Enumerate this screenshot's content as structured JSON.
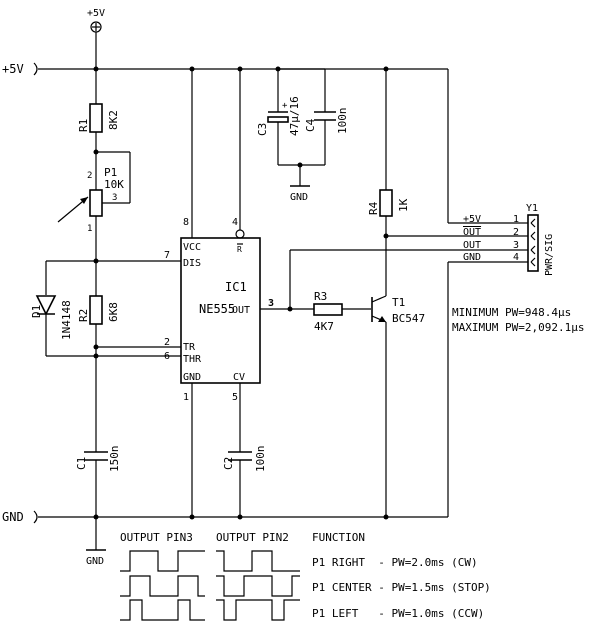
{
  "rails": {
    "vcc_top": "+5V",
    "vcc_left": "+5V",
    "gnd_left": "GND",
    "gnd_cap": "GND",
    "gnd_bottom": "GND"
  },
  "components": {
    "R1": {
      "ref": "R1",
      "value": "8K2"
    },
    "P1": {
      "ref": "P1",
      "value": "10K",
      "pin1": "1",
      "pin2": "2",
      "pin3": "3"
    },
    "R2": {
      "ref": "R2",
      "value": "6K8"
    },
    "D1": {
      "ref": "D1",
      "value": "1N4148"
    },
    "C1": {
      "ref": "C1",
      "value": "150n"
    },
    "C2": {
      "ref": "C2",
      "value": "100n"
    },
    "C3": {
      "ref": "C3",
      "value": "47µ/16"
    },
    "C4": {
      "ref": "C4",
      "value": "100n"
    },
    "R3": {
      "ref": "R3",
      "value": "4K7"
    },
    "R4": {
      "ref": "R4",
      "value": "1K"
    },
    "T1": {
      "ref": "T1",
      "value": "BC547"
    },
    "IC1": {
      "ref": "IC1",
      "value": "NE555",
      "pins": {
        "vcc": "VCC",
        "dis": "DIS",
        "tr": "TR",
        "thr": "THR",
        "gnd": "GND",
        "out": "OUT",
        "cv": "CV",
        "r": "R"
      },
      "pin_numbers": {
        "p8": "8",
        "p4": "4",
        "p7": "7",
        "p2": "2",
        "p6": "6",
        "p3": "3",
        "p1": "1",
        "p5": "5"
      }
    },
    "Y1": {
      "ref": "Y1",
      "name": "PWR/SIG",
      "rows": [
        {
          "label": "+5V",
          "pin": "1"
        },
        {
          "label": "OUT",
          "pin": "2"
        },
        {
          "label": "OUT",
          "pin": "3"
        },
        {
          "label": "GND",
          "pin": "4"
        }
      ]
    }
  },
  "pulse_width": {
    "min": "MINIMUM PW=948.4µs",
    "max": "MAXIMUM PW=2,092.1µs"
  },
  "waveform_table": {
    "headers": [
      "OUTPUT PIN3",
      "OUTPUT PIN2",
      "FUNCTION"
    ],
    "rows": [
      "P1 RIGHT  - PW=2.0ms (CW)",
      "P1 CENTER - PW=1.5ms (STOP)",
      "P1 LEFT   - PW=1.0ms (CCW)"
    ]
  }
}
